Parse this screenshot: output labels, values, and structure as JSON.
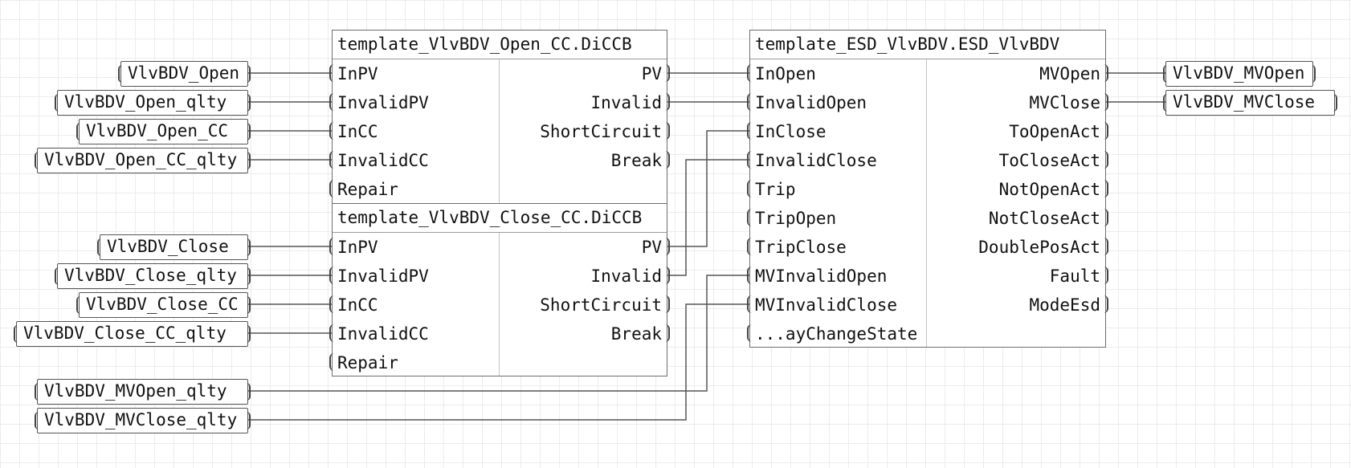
{
  "blocks": {
    "open_cc": {
      "title": "template_VlvBDV_Open_CC.DiCCB",
      "inputs": [
        "InPV",
        "InvalidPV",
        "InCC",
        "InvalidCC",
        "Repair"
      ],
      "outputs": [
        "PV",
        "Invalid",
        "ShortCircuit",
        "Break"
      ]
    },
    "close_cc": {
      "title": "template_VlvBDV_Close_CC.DiCCB",
      "inputs": [
        "InPV",
        "InvalidPV",
        "InCC",
        "InvalidCC",
        "Repair"
      ],
      "outputs": [
        "PV",
        "Invalid",
        "ShortCircuit",
        "Break"
      ]
    },
    "esd": {
      "title": "template_ESD_VlvBDV.ESD_VlvBDV",
      "inputs": [
        "InOpen",
        "InvalidOpen",
        "InClose",
        "InvalidClose",
        "Trip",
        "TripOpen",
        "TripClose",
        "MVInvalidOpen",
        "MVInvalidClose",
        "...ayChangeState"
      ],
      "outputs": [
        "MVOpen",
        "MVClose",
        "ToOpenAct",
        "ToCloseAct",
        "NotOpenAct",
        "NotCloseAct",
        "DoublePosAct",
        "Fault",
        "ModeEsd"
      ]
    }
  },
  "input_tags": {
    "open": "VlvBDV_Open",
    "open_qlty": "VlvBDV_Open_qlty",
    "open_cc": "VlvBDV_Open_CC",
    "open_cc_qlty": "VlvBDV_Open_CC_qlty",
    "close": "VlvBDV_Close",
    "close_qlty": "VlvBDV_Close_qlty",
    "close_cc": "VlvBDV_Close_CC",
    "close_cc_qlty": "VlvBDV_Close_CC_qlty",
    "mvopen_qlty": "VlvBDV_MVOpen_qlty",
    "mvclose_qlty": "VlvBDV_MVClose_qlty"
  },
  "output_tags": {
    "mvopen": "VlvBDV_MVOpen",
    "mvclose": "VlvBDV_MVClose"
  }
}
